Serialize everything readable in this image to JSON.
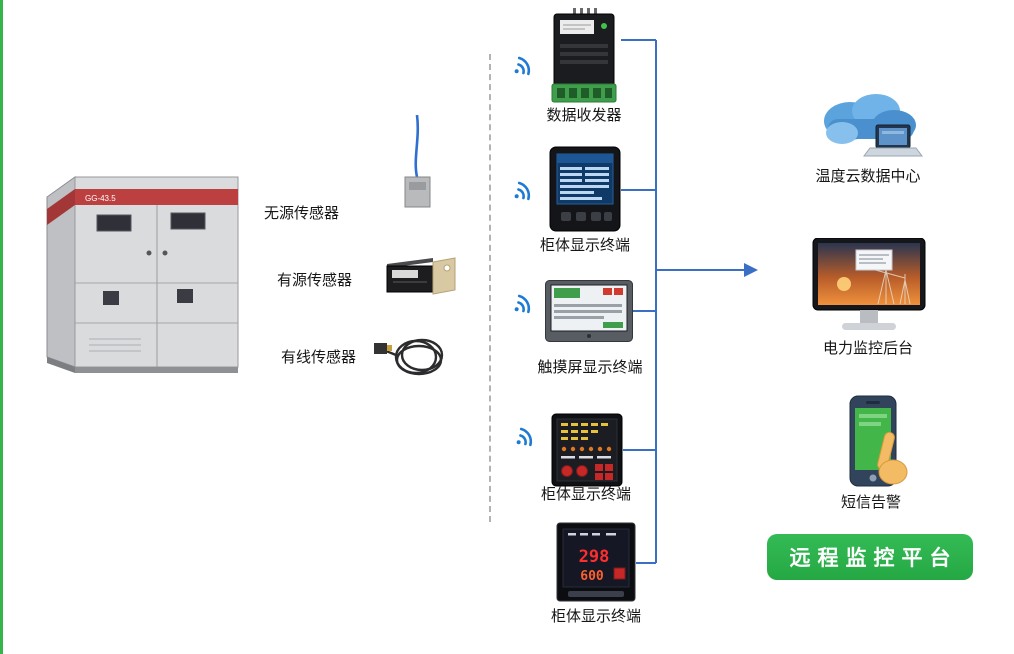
{
  "cabinet": {
    "model": "GG-43.5"
  },
  "sensors": [
    {
      "label": "无源传感器"
    },
    {
      "label": "有源传感器"
    },
    {
      "label": "有线传感器"
    }
  ],
  "devices": [
    {
      "label": "数据收发器"
    },
    {
      "label": "柜体显示终端"
    },
    {
      "label": "触摸屏显示终端"
    },
    {
      "label": "柜体显示终端"
    },
    {
      "label": "柜体显示终端",
      "readouts": [
        "298",
        "600"
      ]
    }
  ],
  "outputs": [
    {
      "label": "温度云数据中心"
    },
    {
      "label": "电力监控后台"
    },
    {
      "label": "短信告警"
    }
  ],
  "platform": {
    "label": "远程监控平台"
  },
  "colors": {
    "connector_line": "#3b6fc4",
    "wireless_icon": "#1e7ad4",
    "platform_banner_green": "#2db54d",
    "banner_text": "#ffffff",
    "cabinet_band_red": "#bc4040",
    "readout_red": "#ff2e2e"
  },
  "icons": {
    "wireless": "wifi-waves-icon",
    "cloud": "cloud-icon",
    "monitor": "desktop-monitor-icon",
    "phone": "smartphone-icon",
    "hand": "pointing-hand-icon",
    "arrow": "right-arrow"
  }
}
